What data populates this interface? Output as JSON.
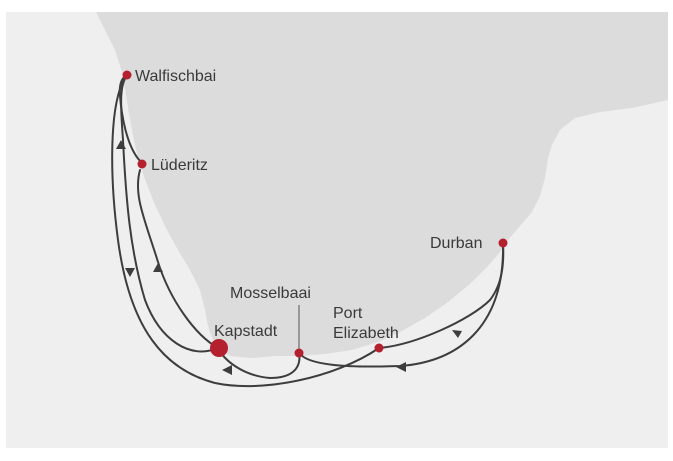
{
  "map": {
    "ports": [
      {
        "id": "walfischbai",
        "label": "Walfischbai"
      },
      {
        "id": "luderitz",
        "label": "Lüderitz"
      },
      {
        "id": "kapstadt",
        "label": "Kapstadt"
      },
      {
        "id": "mosselbaai",
        "label": "Mosselbaai"
      },
      {
        "id": "port_elizabeth_1",
        "label": "Port"
      },
      {
        "id": "port_elizabeth_2",
        "label": "Elizabeth"
      },
      {
        "id": "durban",
        "label": "Durban"
      }
    ],
    "colors": {
      "land": "#dcdcdc",
      "sea": "#efefef",
      "route": "#3d3d3d",
      "port": "#b5202e"
    }
  }
}
